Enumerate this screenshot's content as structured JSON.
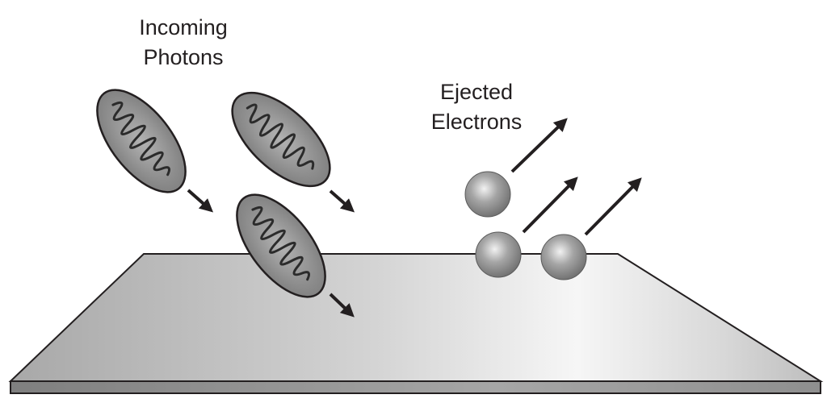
{
  "labels": {
    "photons": {
      "line1": "Incoming",
      "line2": "Photons"
    },
    "electrons": {
      "line1": "Ejected",
      "line2": "Electrons"
    }
  },
  "colors": {
    "outline": "#231f20",
    "photon_fill": "#8e8e8e",
    "electron_fill": "#8a8a8a",
    "plate_light": "#f7f7f7",
    "plate_dark": "#b3b3b3"
  },
  "icons": {
    "photon": "photon-wave-packet-icon",
    "electron": "electron-sphere-icon",
    "arrow": "arrow-icon"
  }
}
